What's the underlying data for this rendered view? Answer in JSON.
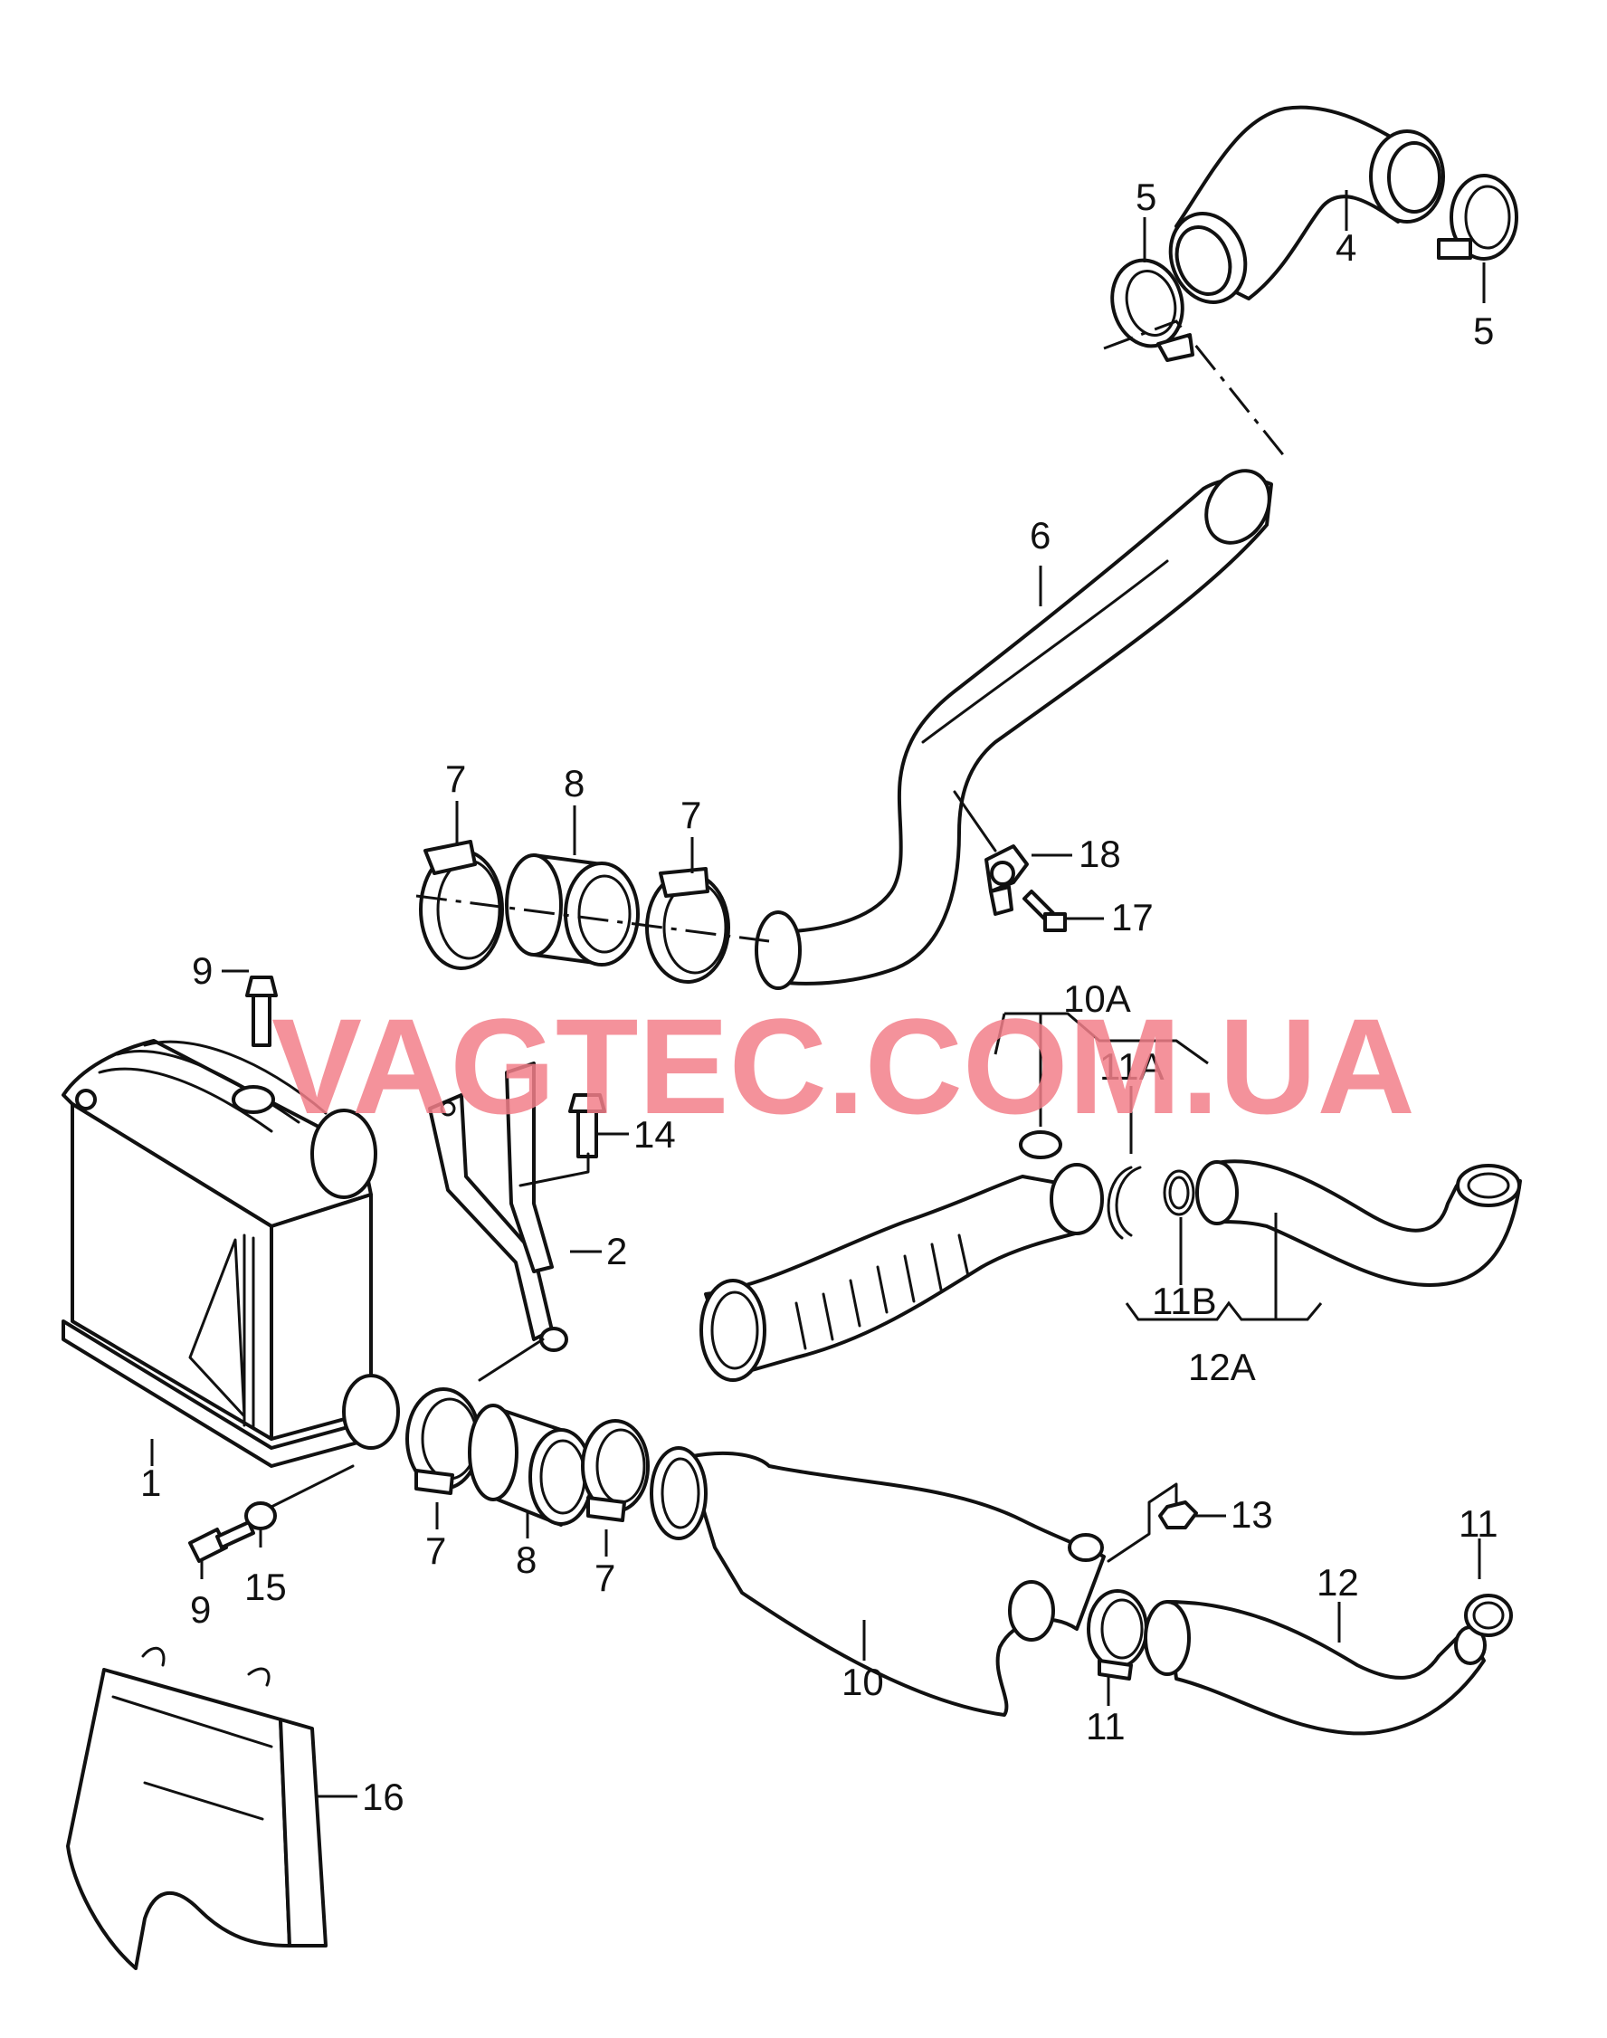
{
  "watermark": "VAGTEC.COM.UA",
  "callouts": {
    "c1": "1",
    "c2": "2",
    "c4": "4",
    "c5a": "5",
    "c5b": "5",
    "c6": "6",
    "c7a": "7",
    "c7b": "7",
    "c7c": "7",
    "c7d": "7",
    "c8a": "8",
    "c8b": "8",
    "c9a": "9",
    "c9b": "9",
    "c10": "10",
    "c10A": "10A",
    "c11A": "11A",
    "c11B": "11B",
    "c11a": "11",
    "c11b": "11",
    "c12": "12",
    "c12A": "12A",
    "c13": "13",
    "c14": "14",
    "c15": "15",
    "c16": "16",
    "c17": "17",
    "c18": "18"
  }
}
